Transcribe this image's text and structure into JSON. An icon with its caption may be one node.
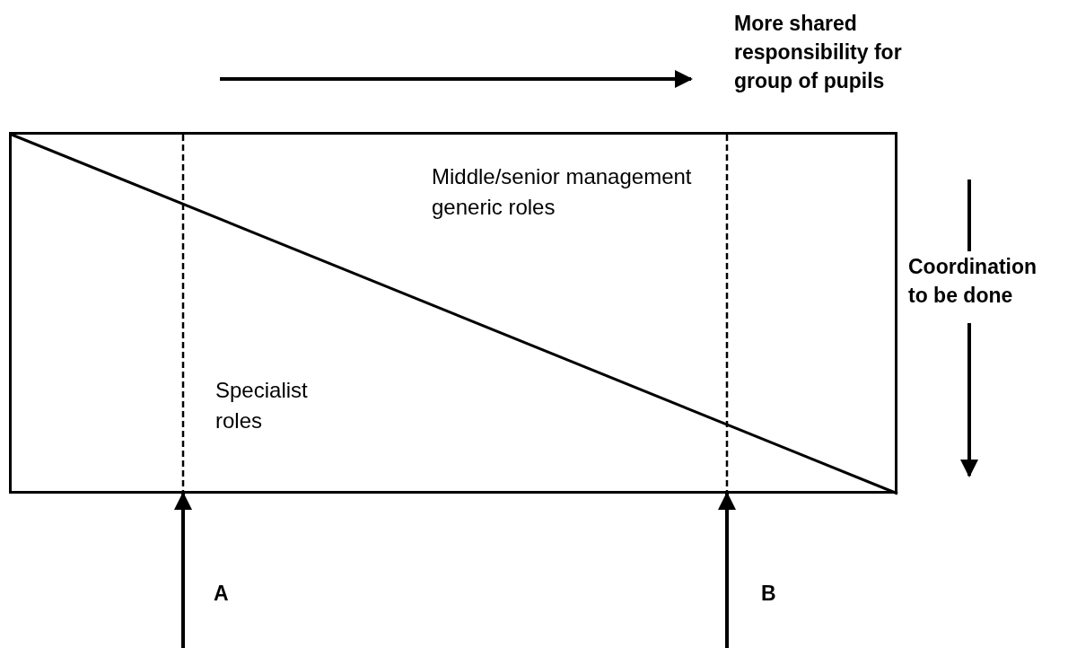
{
  "diagram": {
    "nodes": [
      {
        "text": [
          "Middle/senior management generic roles",
          "Specialist roles"
        ]
      },
      {
        "text": [],
        "shape": "line",
        "in": 0
      },
      {
        "text": [],
        "shape": "line",
        "in": 0
      }
    ],
    "edges": [
      {
        "from": null,
        "to": 1,
        "arrow": "to",
        "label": "A"
      },
      {
        "from": null,
        "to": 2,
        "arrow": "to",
        "label": "B"
      }
    ],
    "labels": [
      "More shared responsibility for group of pupils",
      "Coordination to be done"
    ]
  }
}
